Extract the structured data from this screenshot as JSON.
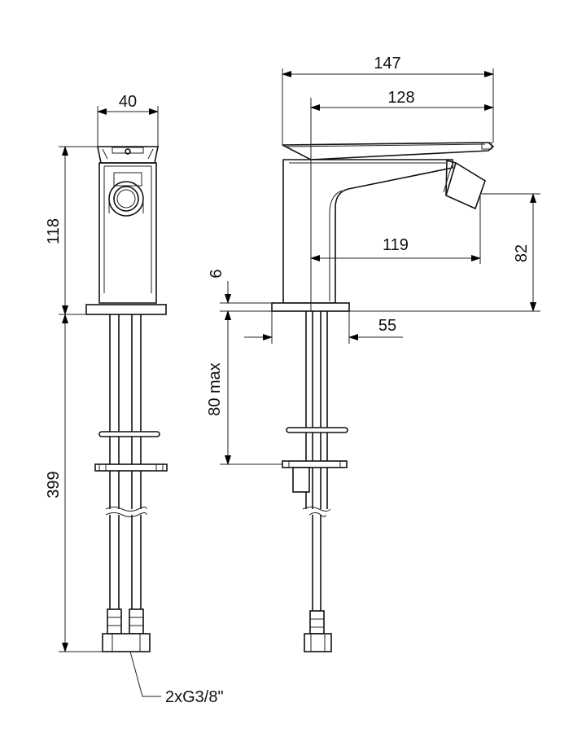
{
  "dimensions": {
    "front_width": "40",
    "front_height": "118",
    "hose_length": "399",
    "overall_length": "147",
    "spout_reach_top": "128",
    "spout_reach": "119",
    "outlet_height": "82",
    "plate_thickness": "6",
    "base_diameter": "55",
    "deck_thickness": "80 max",
    "connection": "2xG3/8\""
  }
}
